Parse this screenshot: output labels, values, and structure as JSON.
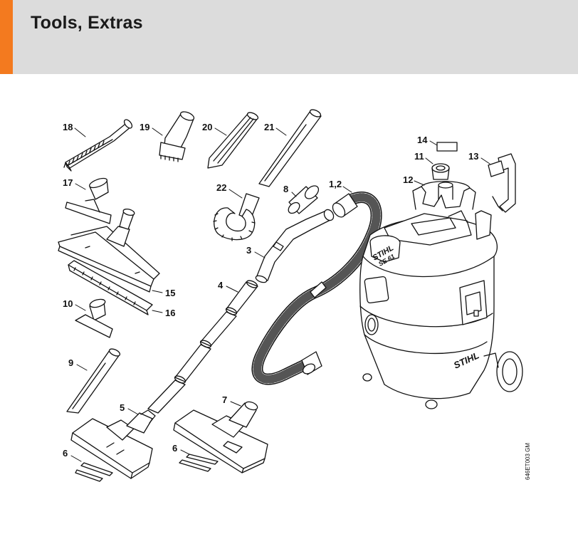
{
  "header": {
    "title": "Tools, Extras",
    "accent_color": "#f37a1f",
    "background_color": "#dcdcdc"
  },
  "callouts": [
    "18",
    "19",
    "20",
    "21",
    "22",
    "17",
    "15",
    "16",
    "10",
    "9",
    "8",
    "1,2",
    "3",
    "4",
    "5",
    "6",
    "7",
    "6",
    "14",
    "11",
    "12",
    "13"
  ],
  "drawing_code": "646ET003 GM",
  "brand_marks": {
    "machine_logo": "STIHL",
    "machine_model": "SE 61",
    "side_logo": "STIHL"
  }
}
